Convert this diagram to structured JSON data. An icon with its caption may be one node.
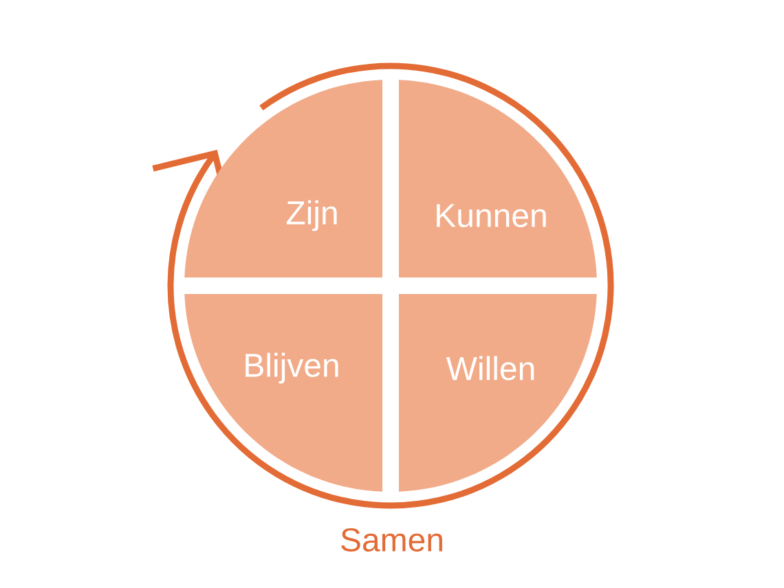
{
  "diagram": {
    "nodes": [
      {
        "text": [
          "Samen"
        ]
      },
      {
        "text": [
          "Zijn"
        ],
        "in": 0
      },
      {
        "text": [
          "Kunnen"
        ],
        "in": 0
      },
      {
        "text": [
          "Blijven"
        ],
        "in": 0
      },
      {
        "text": [
          "Willen"
        ],
        "in": 0
      }
    ]
  }
}
